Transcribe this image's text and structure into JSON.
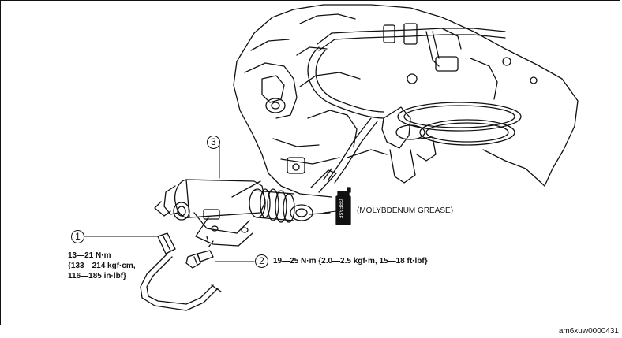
{
  "callouts": {
    "c1": "1",
    "c2": "2",
    "c3": "3"
  },
  "labels": {
    "torque_1_line1": "13—21 N·m",
    "torque_1_line2": "{133—214 kgf·cm,",
    "torque_1_line3": "116—185 in·lbf}",
    "torque_2": "19—25 N·m {2.0—2.5 kgf·m, 15—18 ft·lbf}",
    "grease": "(MOLYBDENUM GREASE)",
    "grease_can_text": "GREASE"
  },
  "footer": {
    "code": "am6xuw0000431"
  }
}
